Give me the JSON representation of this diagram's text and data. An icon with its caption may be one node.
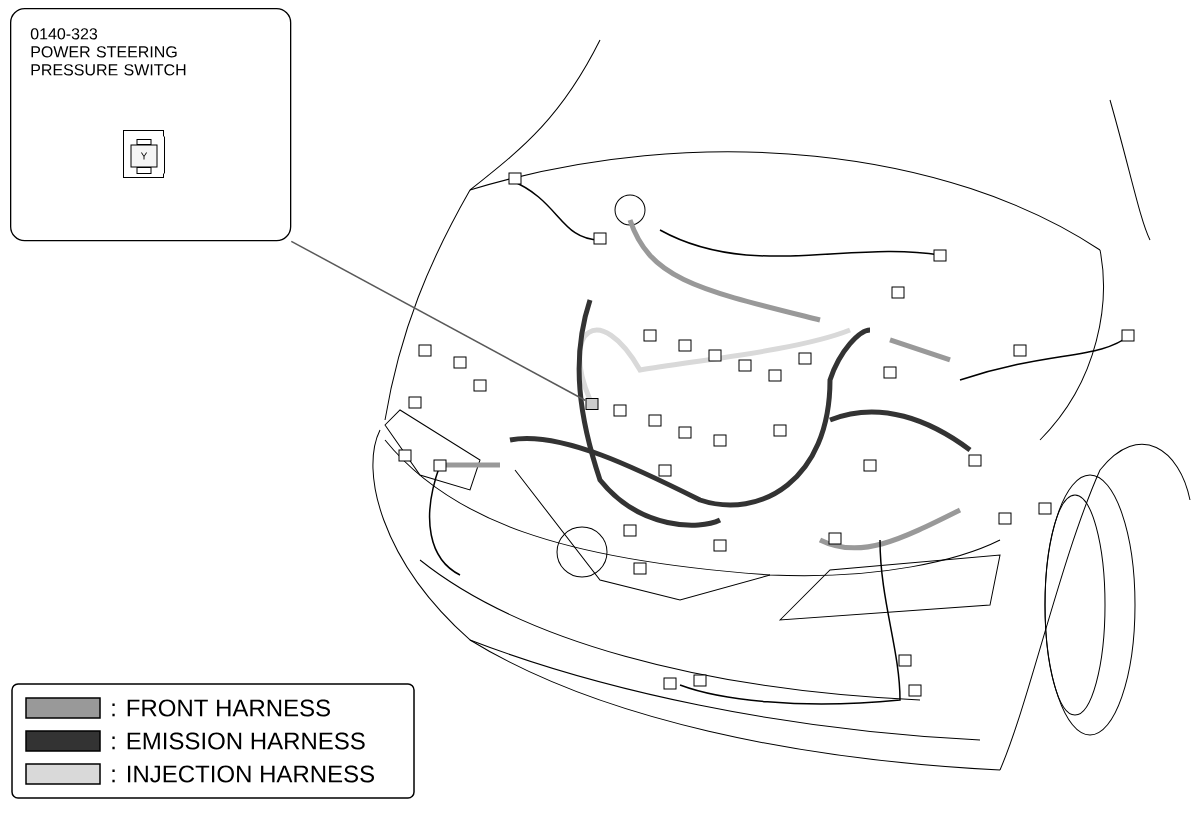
{
  "diagram": {
    "nodes": [
      {
        "text": [
          "0140-323",
          "POWER STEERING PRESSURE SWITCH"
        ]
      },
      {
        "text": [
          "Y"
        ],
        "in": 0
      },
      {
        "text": [],
        "shape": "box"
      }
    ],
    "edges": [
      {
        "from": 0,
        "to": 2,
        "arrow": "none"
      }
    ],
    "legend": [
      {
        "text": ": FRONT HARNESS",
        "color": "#999999"
      },
      {
        "text": ": EMISSION HARNESS",
        "color": "#333333"
      },
      {
        "text": ": INJECTION HARNESS",
        "color": "#d9d9d9"
      }
    ]
  }
}
